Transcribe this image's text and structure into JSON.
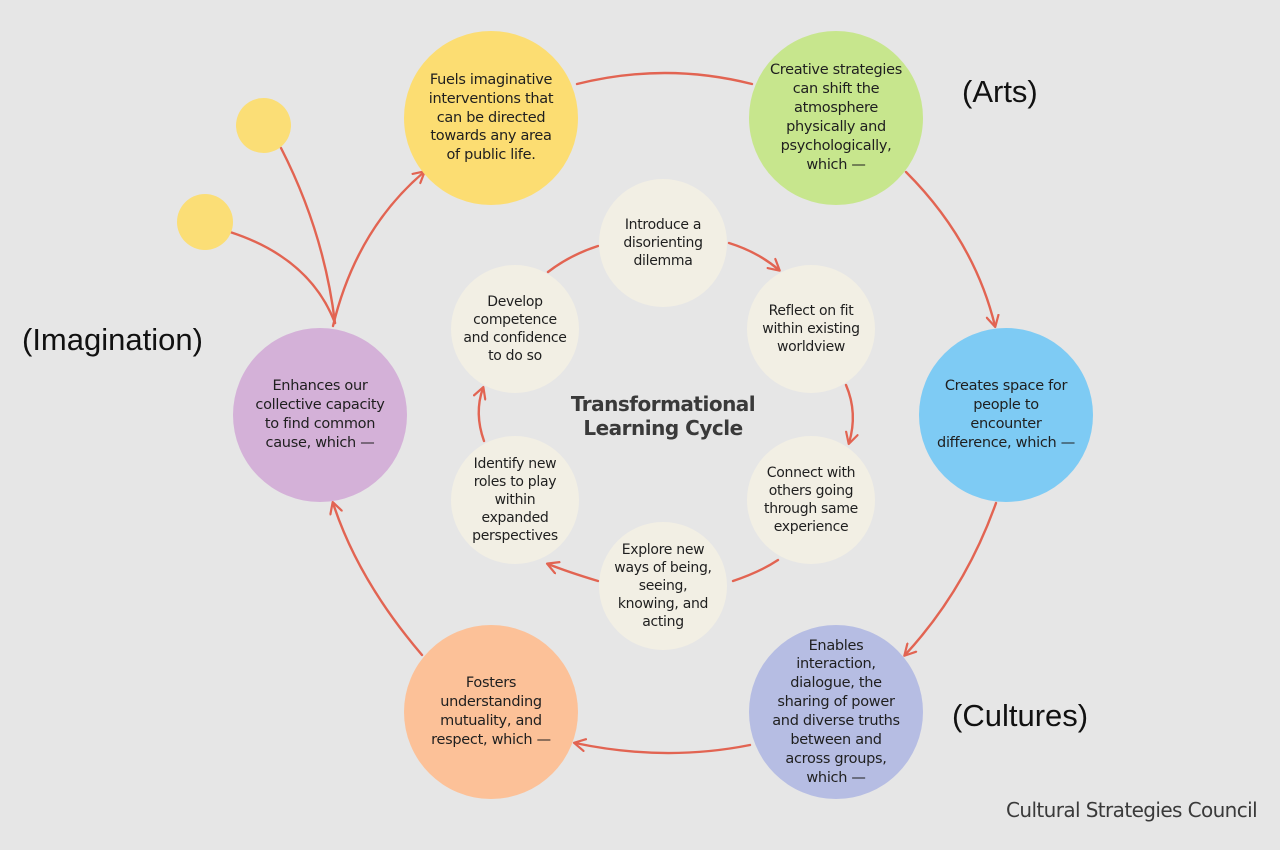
{
  "labels": {
    "arts": "(Arts)",
    "cultures": "(Cultures)",
    "imagination": "(Imagination)"
  },
  "center_title": "Transformational Learning Cycle",
  "source": "Cultural Strategies Council",
  "outer_cycle": [
    {
      "text": "Fuels imaginative interventions that can be directed towards any area of public life.",
      "color": "#fcdd72"
    },
    {
      "text": "Creative strategies can shift the atmosphere physically and psychologically, which —",
      "color": "#c7e68d"
    },
    {
      "text": "Creates space for people to encounter difference, which —",
      "color": "#7ecbf4"
    },
    {
      "text": "Enables interaction, dialogue, the sharing of power and diverse truths between and across groups, which —",
      "color": "#b6bde3"
    },
    {
      "text": "Fosters understanding mutuality, and respect, which —",
      "color": "#fcc198"
    },
    {
      "text": "Enhances our collective capacity to find common cause, which —",
      "color": "#d4b1d8"
    }
  ],
  "inner_cycle": [
    {
      "text": "Introduce a disorienting dilemma"
    },
    {
      "text": "Reflect on fit within existing worldview"
    },
    {
      "text": "Connect with others going through same experience"
    },
    {
      "text": "Explore new ways of being, seeing, knowing, and acting"
    },
    {
      "text": "Identify new roles to play within expanded perspectives"
    },
    {
      "text": "Develop competence and confidence to do so"
    }
  ],
  "colors": {
    "arrow": "#e26452",
    "dot": "#fbde76",
    "inner_fill": "#f2efe4",
    "background": "#e6e6e6"
  }
}
